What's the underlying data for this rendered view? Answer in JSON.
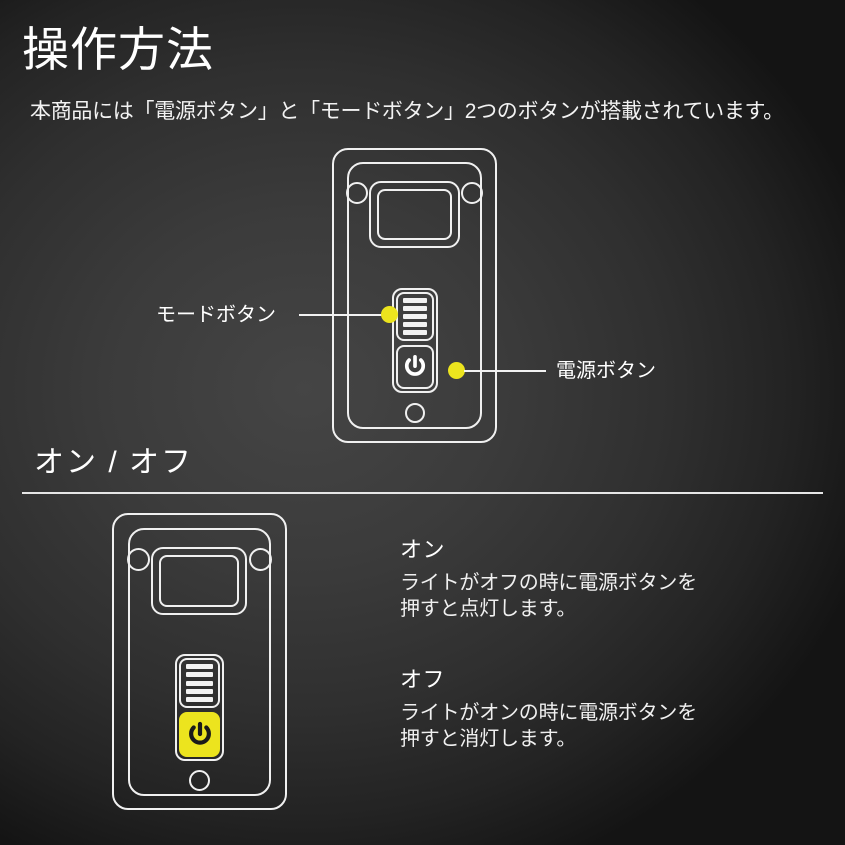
{
  "header": {
    "title": "操作方法",
    "subtitle": "本商品には「電源ボタン」と「モードボタン」2つのボタンが搭載されています。"
  },
  "callouts": {
    "mode_button_label": "モードボタン",
    "power_button_label": "電源ボタン"
  },
  "section": {
    "heading": "オン / オフ"
  },
  "states": [
    {
      "title": "オン",
      "body": "ライトがオフの時に電源ボタンを\n押すと点灯します。"
    },
    {
      "title": "オフ",
      "body": "ライトがオンの時に電源ボタンを\n押すと消灯します。"
    }
  ],
  "devices": {
    "top": {
      "power_button_state": "inactive",
      "mode_button_bars": 5
    },
    "bottom": {
      "power_button_state": "active",
      "mode_button_bars": 5
    }
  },
  "icons": {
    "power": "power-icon"
  },
  "colors": {
    "accent_yellow": "#ece41e",
    "line_white": "#f0f0f0",
    "background_dark": "#2f2f2f",
    "power_icon_on": "#1a1a1a",
    "power_icon_off": "#ffffff"
  }
}
